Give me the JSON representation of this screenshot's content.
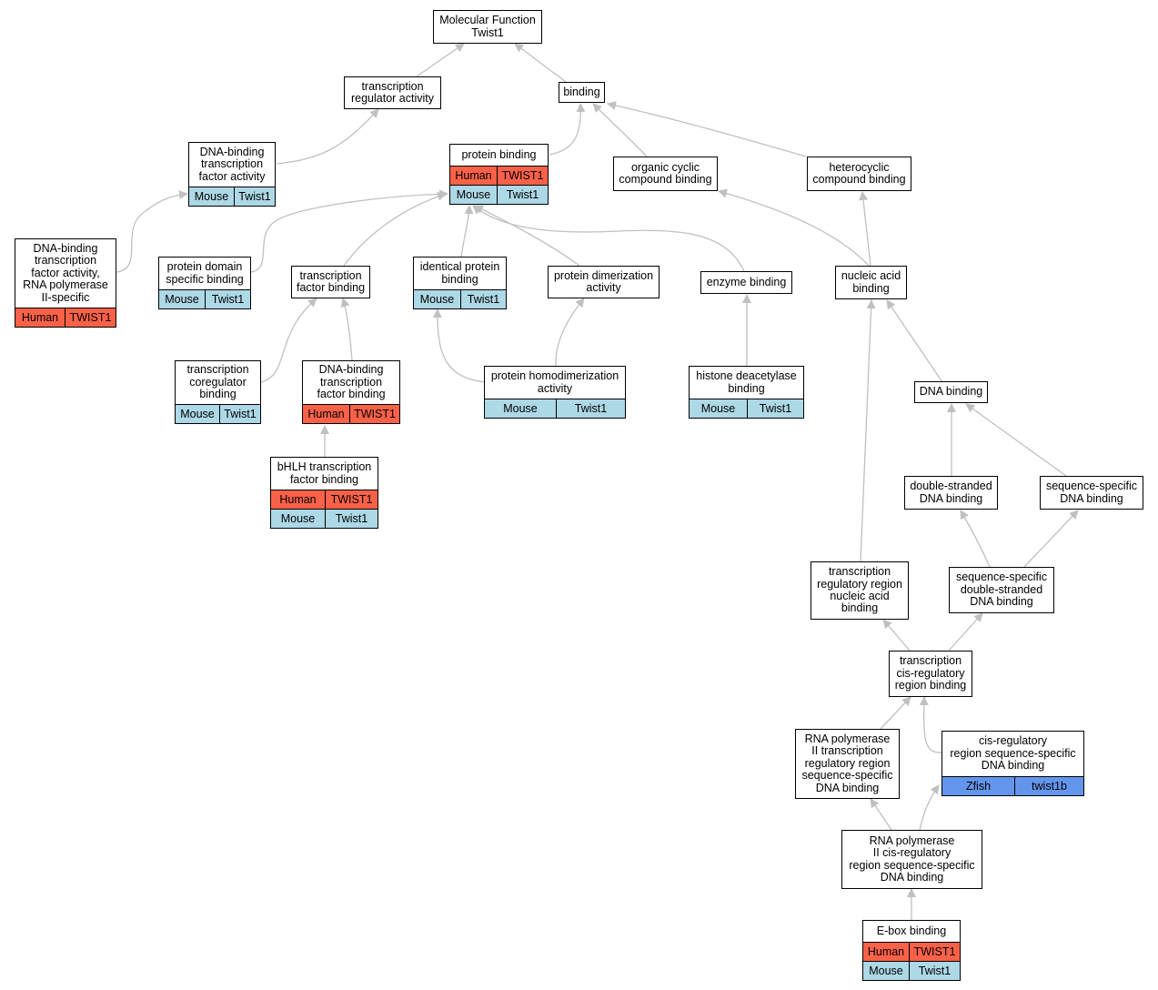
{
  "colors": {
    "human": "#fa6148",
    "mouse": "#add8e6",
    "zfish": "#6495ed",
    "edge": "#c0c0c0"
  },
  "nodes": {
    "mf": {
      "label": "Molecular Function\nTwist1"
    },
    "tra": {
      "label": "transcription\nregulator activity"
    },
    "binding": {
      "label": "binding"
    },
    "dbtfa": {
      "label": "DNA-binding\ntranscription\nfactor activity",
      "rows": [
        {
          "species": "Mouse",
          "gene": "Twist1"
        }
      ]
    },
    "pb": {
      "label": "protein binding",
      "rows": [
        {
          "species": "Human",
          "gene": "TWIST1"
        },
        {
          "species": "Mouse",
          "gene": "Twist1"
        }
      ]
    },
    "occb": {
      "label": "organic cyclic\ncompound binding"
    },
    "hcb": {
      "label": "heterocyclic\ncompound binding"
    },
    "dbtfa2": {
      "label": "DNA-binding\ntranscription\nfactor activity,\nRNA polymerase\nII-specific",
      "rows": [
        {
          "species": "Human",
          "gene": "TWIST1"
        }
      ]
    },
    "pdsb": {
      "label": "protein domain\nspecific binding",
      "rows": [
        {
          "species": "Mouse",
          "gene": "Twist1"
        }
      ]
    },
    "tfb": {
      "label": "transcription\nfactor binding"
    },
    "ipb": {
      "label": "identical protein\nbinding",
      "rows": [
        {
          "species": "Mouse",
          "gene": "Twist1"
        }
      ]
    },
    "pda": {
      "label": "protein dimerization\nactivity"
    },
    "eb": {
      "label": "enzyme binding"
    },
    "nab": {
      "label": "nucleic acid\nbinding"
    },
    "tcb": {
      "label": "transcription\ncoregulator\nbinding",
      "rows": [
        {
          "species": "Mouse",
          "gene": "Twist1"
        }
      ]
    },
    "dbtfb": {
      "label": "DNA-binding\ntranscription\nfactor binding",
      "rows": [
        {
          "species": "Human",
          "gene": "TWIST1"
        }
      ]
    },
    "pha": {
      "label": "protein homodimerization\nactivity",
      "rows": [
        {
          "species": "Mouse",
          "gene": "Twist1"
        }
      ]
    },
    "hdb": {
      "label": "histone deacetylase\nbinding",
      "rows": [
        {
          "species": "Mouse",
          "gene": "Twist1"
        }
      ]
    },
    "dnab": {
      "label": "DNA binding"
    },
    "bhlh": {
      "label": "bHLH transcription\nfactor binding",
      "rows": [
        {
          "species": "Human",
          "gene": "TWIST1"
        },
        {
          "species": "Mouse",
          "gene": "Twist1"
        }
      ]
    },
    "dsdb": {
      "label": "double-stranded\nDNA binding"
    },
    "ssdb": {
      "label": "sequence-specific\nDNA binding"
    },
    "trrnab": {
      "label": "transcription\nregulatory region\nnucleic acid\nbinding"
    },
    "ssdsdb": {
      "label": "sequence-specific\ndouble-stranded\nDNA binding"
    },
    "tcrrb": {
      "label": "transcription\ncis-regulatory\nregion binding"
    },
    "rp2tr": {
      "label": "RNA polymerase\nII transcription\nregulatory region\nsequence-specific\nDNA binding"
    },
    "crrssb": {
      "label": "cis-regulatory\nregion sequence-specific\nDNA binding",
      "rows": [
        {
          "species": "Zfish",
          "gene": "twist1b"
        }
      ]
    },
    "rp2cr": {
      "label": "RNA polymerase\nII cis-regulatory\nregion sequence-specific\nDNA binding"
    },
    "ebox": {
      "label": "E-box binding",
      "rows": [
        {
          "species": "Human",
          "gene": "TWIST1"
        },
        {
          "species": "Mouse",
          "gene": "Twist1"
        }
      ]
    }
  }
}
